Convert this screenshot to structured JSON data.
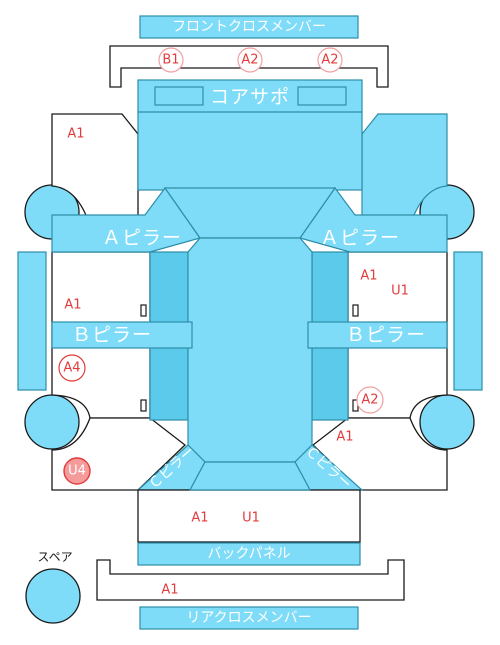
{
  "parts": {
    "front_cross_member": "フロントクロスメンバー",
    "core_support": "コアサポ",
    "a_pillar_left": "Ａピラー",
    "a_pillar_right": "Ａピラー",
    "b_pillar_left": "Ｂピラー",
    "b_pillar_right": "Ｂピラー",
    "back_panel": "バックパネル",
    "rear_cross_member": "リアクロスメンバー",
    "spare": "スペア",
    "c_pillar_left": "Ｃピラー",
    "c_pillar_right": "Ｃピラー"
  },
  "damage": {
    "front_b1": "B1",
    "front_a2_left": "A2",
    "front_a2_right": "A2",
    "fender_left": "A1",
    "front_door_left": "A1",
    "rear_door_left": "A4",
    "rear_fender_left": "U4",
    "front_door_right_a": "A1",
    "front_door_right_u": "U1",
    "rear_door_right": "A2",
    "rear_fender_right": "A1",
    "trunk_a": "A1",
    "trunk_u": "U1",
    "rear_bumper": "A1"
  },
  "colors": {
    "panel": "#7fdcf9",
    "panel_dark": "#5ccbeb",
    "damage_text": "#e23b3b",
    "damage_ring": "#f0a0a0",
    "damage_fill": "#f59b9b"
  }
}
